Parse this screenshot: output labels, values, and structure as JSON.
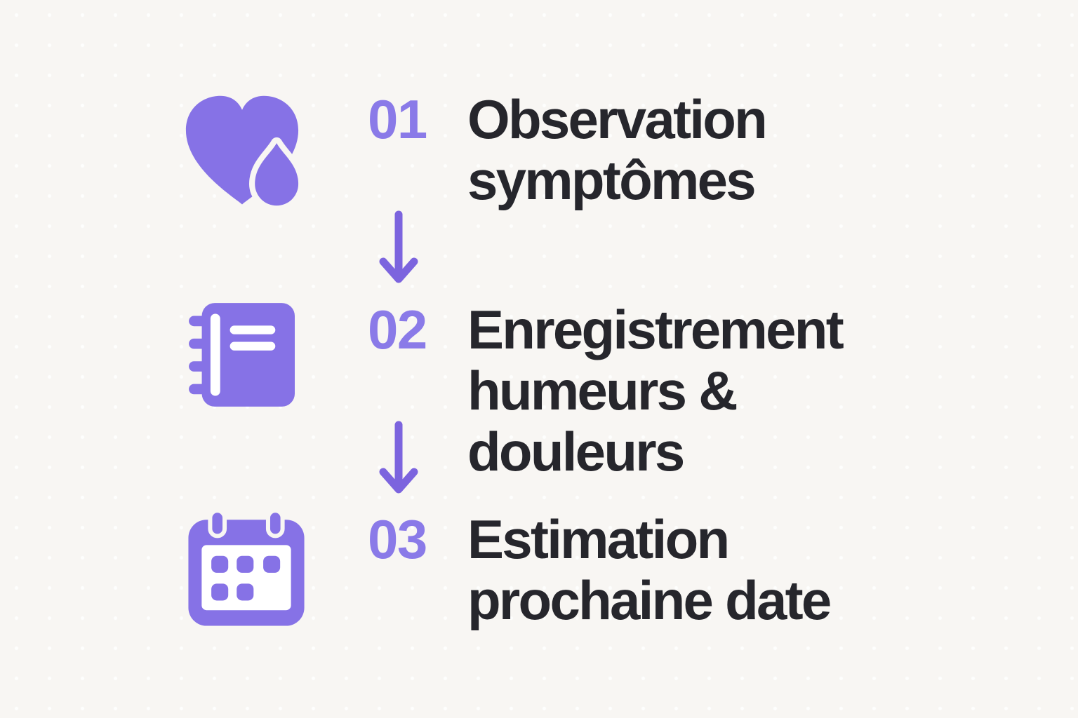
{
  "palette": {
    "background": "#f8f6f3",
    "icon": "#8672e6",
    "icon_inner_white": "#ffffff",
    "number": "#8a7ae8",
    "arrow": "#7c64de",
    "text": "#26262c"
  },
  "steps": [
    {
      "number": "01",
      "icon": "heart-droplet-icon",
      "title_lines": [
        "Observation",
        "symptômes"
      ]
    },
    {
      "number": "02",
      "icon": "notebook-icon",
      "title_lines": [
        "Enregistrement",
        "humeurs &",
        "douleurs"
      ]
    },
    {
      "number": "03",
      "icon": "calendar-icon",
      "title_lines": [
        "Estimation",
        "prochaine date"
      ]
    }
  ],
  "arrows": [
    {
      "name": "arrow-down-1"
    },
    {
      "name": "arrow-down-2"
    }
  ]
}
